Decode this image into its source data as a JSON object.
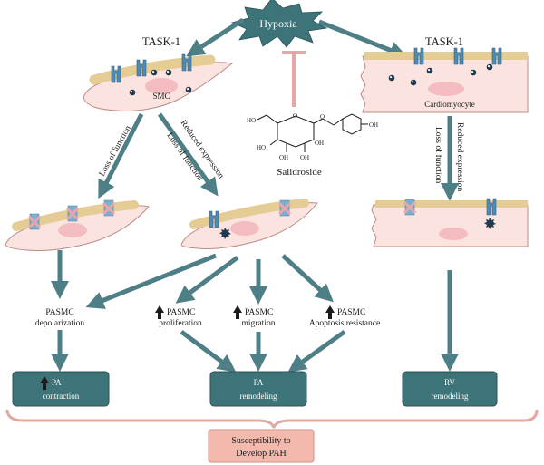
{
  "hypoxia": "Hypoxia",
  "task_left": "TASK-1",
  "task_right": "TASK-1",
  "smc_label": "SMC",
  "cardiomyocyte_label": "Cardiomyocyte",
  "compound_name": "Salidroside",
  "compound_atoms": {
    "ho": "HO",
    "o_ring": "O",
    "o_link": "O",
    "oh1": "OH",
    "oh2": "OH",
    "oh3": "OH",
    "ho_phenol": "HO",
    "oh_phenol": "OH"
  },
  "arrow_loss_left": "Loss of function",
  "arrow_reduced_mid": "Reduced expression",
  "arrow_loss_mid": "Loss of function",
  "arrow_reduced_right": "Reduced expression",
  "arrow_loss_right": "Loss of function",
  "effects": {
    "depolarization_1": "PASMC",
    "depolarization_2": "depolarization",
    "proliferation_1": "PASMC",
    "proliferation_2": "proliferation",
    "migration_1": "PASMC",
    "migration_2": "migration",
    "apoptosis_1": "PASMC",
    "apoptosis_2": "Apoptosis resistance"
  },
  "boxes": {
    "pa_contraction_1": "PA",
    "pa_contraction_2": "contraction",
    "pa_remodeling_1": "PA",
    "pa_remodeling_2": "remodeling",
    "rv_remodeling_1": "RV",
    "rv_remodeling_2": "remodeling"
  },
  "outcome_1": "Susceptibility to",
  "outcome_2": "Develop PAH",
  "colors": {
    "arrow": "#4f7f86",
    "box_fill": "#3d7479",
    "cell_fill": "#fbe3df",
    "cell_stroke": "#b98c86",
    "membrane": "#e5cc95",
    "channel": "#4d8cb8",
    "channel_inactive": "#e7a6ad",
    "nucleus": "#f2bcc0",
    "bracket": "#e1a9a0",
    "outcome_fill": "#f4b9ad",
    "inhibit": "#e6a6a6",
    "hypoxia_star": "#3d7479"
  }
}
